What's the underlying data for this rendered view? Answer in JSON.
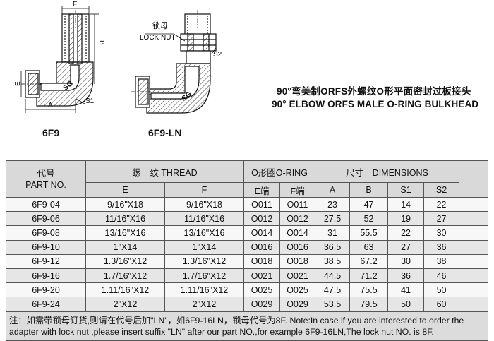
{
  "drawing": {
    "dim_labels": {
      "F": "F",
      "B": "B",
      "E": "E",
      "A": "A",
      "S1": "S1",
      "S2": "S2",
      "SG": "SG"
    },
    "lock_nut_cn": "锁母",
    "lock_nut_en": "LOCK NUT",
    "caption_left": "6F9",
    "caption_right": "6F9-LN"
  },
  "title": {
    "cn": "90°弯美制ORFS外螺纹O形平面密封过板接头",
    "en": "90° ELBOW ORFS MALE O-RING BULKHEAD"
  },
  "table": {
    "header": {
      "part_cn": "代号",
      "part_en": "PART NO.",
      "thread": "螺　纹  THREAD",
      "oring": "O形圈O-RING",
      "dims": "尺寸　DIMENSIONS",
      "E": "E",
      "F": "F",
      "E_end": "E端",
      "F_end": "F端",
      "A": "A",
      "B": "B",
      "S1": "S1",
      "S2": "S2"
    },
    "rows": [
      {
        "part": "6F9-04",
        "e": "9/16\"X18",
        "f": "9/16\"X18",
        "oe": "O011",
        "of": "O011",
        "a": "23",
        "b": "47",
        "s1": "14",
        "s2": "22"
      },
      {
        "part": "6F9-06",
        "e": "11/16\"X16",
        "f": "11/16\"X16",
        "oe": "O012",
        "of": "O012",
        "a": "27.5",
        "b": "52",
        "s1": "19",
        "s2": "27"
      },
      {
        "part": "6F9-08",
        "e": "13/16\"X16",
        "f": "13/16\"X16",
        "oe": "O014",
        "of": "O014",
        "a": "31",
        "b": "55.5",
        "s1": "22",
        "s2": "30"
      },
      {
        "part": "6F9-10",
        "e": "1\"X14",
        "f": "1\"X14",
        "oe": "O016",
        "of": "O016",
        "a": "36.5",
        "b": "63",
        "s1": "27",
        "s2": "36"
      },
      {
        "part": "6F9-12",
        "e": "1.3/16\"X12",
        "f": "1.3/16\"X12",
        "oe": "O018",
        "of": "O018",
        "a": "38.5",
        "b": "67.2",
        "s1": "30",
        "s2": "38"
      },
      {
        "part": "6F9-16",
        "e": "1.7/16\"X12",
        "f": "1.7/16\"X12",
        "oe": "O021",
        "of": "O021",
        "a": "44.5",
        "b": "71.2",
        "s1": "36",
        "s2": "46"
      },
      {
        "part": "6F9-20",
        "e": "1.11/16\"X12",
        "f": "1.11/16\"X12",
        "oe": "O025",
        "of": "O025",
        "a": "47.5",
        "b": "75.5",
        "s1": "41",
        "s2": "50"
      },
      {
        "part": "6F9-24",
        "e": "2\"X12",
        "f": "2\"X12",
        "oe": "O029",
        "of": "O029",
        "a": "53.5",
        "b": "79.5",
        "s1": "50",
        "s2": "60"
      }
    ],
    "note_line1": "注：如需带锁母订货,则请在代号后加\"LN\"，如6F9-16LN，锁母代号为8F.     Note:In case if you are interested to order the",
    "note_line2": "adapter with lock nut ,please insert suffix \"LN\"  after our part NO.,for example 6F9-16LN,The lock nut NO. is 8F."
  }
}
